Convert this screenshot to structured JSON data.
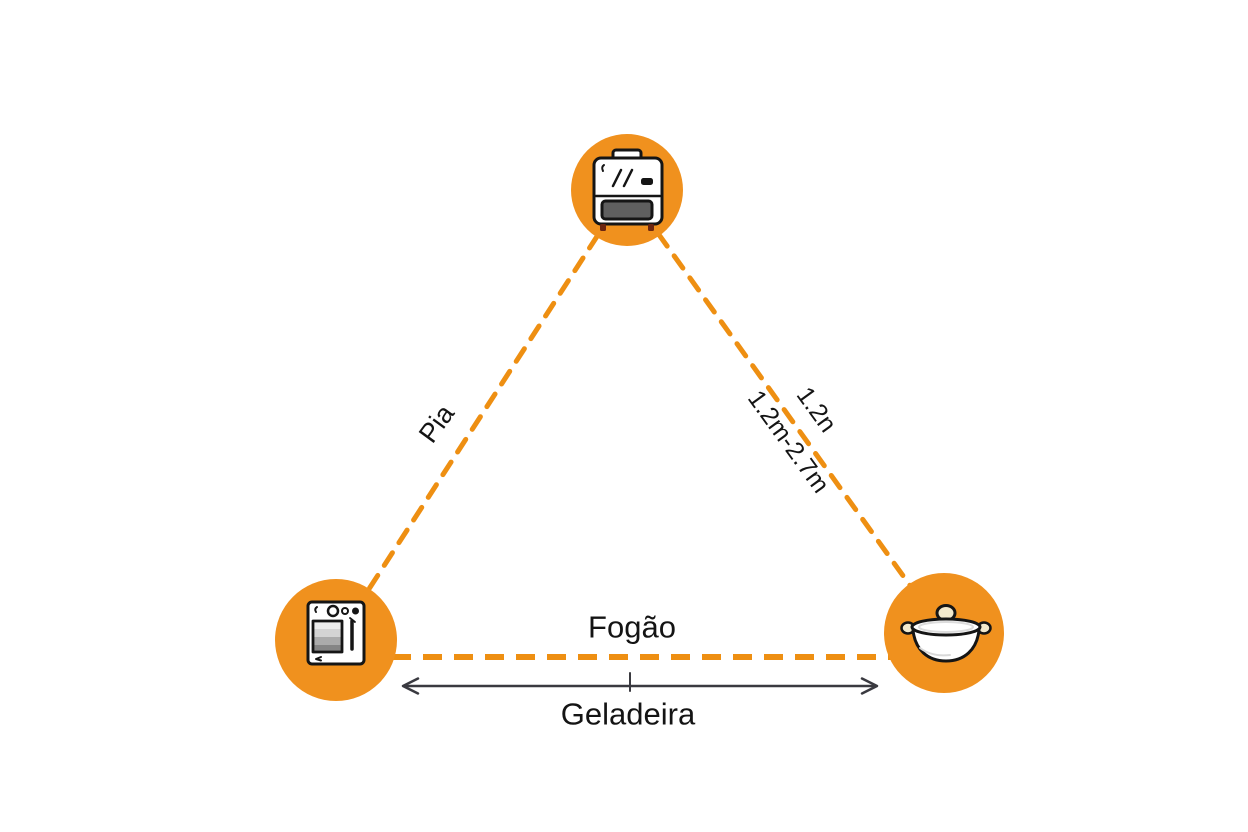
{
  "diagram": {
    "title": "kitchen-work-triangle-diagram",
    "labels": {
      "left_edge": "Pia",
      "right_edge_upper": "1.2n",
      "right_edge_lower": "1.2m-2.7m",
      "bottom_edge": "Fogão",
      "measurement": "Geladeira"
    },
    "nodes": [
      {
        "id": "top",
        "icon": "toaster-oven-icon"
      },
      {
        "id": "bottom-left",
        "icon": "stove-oven-icon"
      },
      {
        "id": "bottom-right",
        "icon": "cooking-pot-icon"
      }
    ],
    "colors": {
      "background": "#ffffff",
      "node_fill": "#F0911E",
      "dash_stroke": "#EE8F12",
      "arrow_stroke": "#3A3A40",
      "label_text": "#141414",
      "icon_line": "#151515",
      "door_gray": "#5f5f5f",
      "cream": "#F2E9CC"
    }
  }
}
